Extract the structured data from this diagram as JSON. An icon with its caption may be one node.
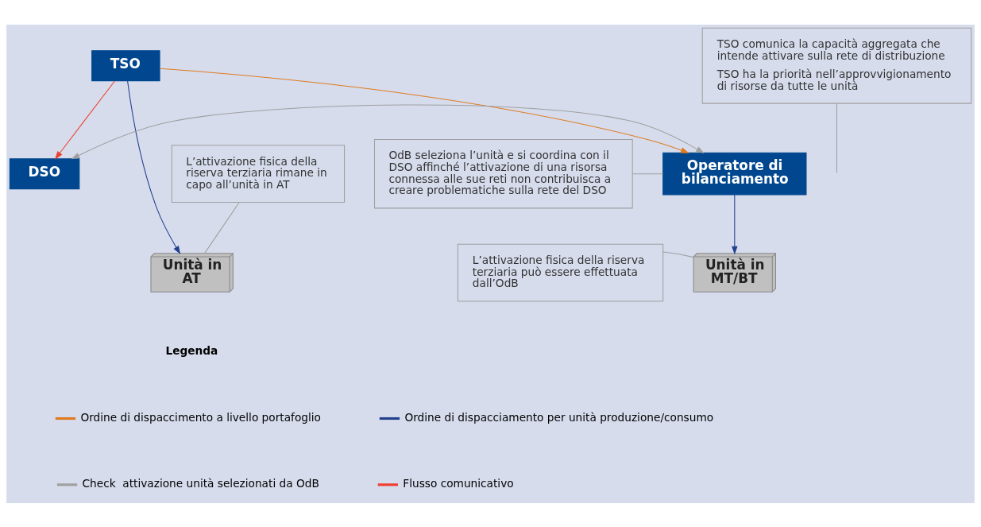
{
  "diagram": {
    "nodes": [
      {
        "text": [
          "TSO"
        ]
      },
      {
        "text": [
          "TSO comunica la capacità aggregata che intende attivare sulla rete di distribuzione",
          "TSO ha la priorità nell’approvvigionamento di risorse da tutte le unità"
        ]
      },
      {
        "text": [
          "Operatore di bilanciamento"
        ]
      },
      {
        "text": [
          "DSO"
        ]
      },
      {
        "text": [
          "OdB seleziona l’unità e si coordina con il DSO affinché l’attivazione di una risorsa connessa alle sue reti non contribuisca a creare problematiche sulla rete del DSO"
        ]
      },
      {
        "text": [
          "L’attivazione fisica della riserva terziaria rimane in capo all’unità in AT"
        ]
      },
      {
        "text": [
          "Unità in AT"
        ]
      },
      {
        "text": [
          "Unità in MT/BT"
        ]
      },
      {
        "text": [
          "L’attivazione fisica della riserva terziaria può essere effettuata dall’OdB"
        ]
      }
    ],
    "edges": [
      {
        "from": 0,
        "to": 6,
        "arrow": "to",
        "color": "#23408e"
      },
      {
        "from": 0,
        "to": 2,
        "arrow": "to",
        "color": "#e07b20"
      },
      {
        "from": 0,
        "to": 3,
        "arrow": "to",
        "color": "#ee4030"
      },
      {
        "from": 2,
        "to": 3,
        "arrow": "both"
      },
      {
        "from": 2,
        "to": 7,
        "arrow": "to",
        "color": "#23408e"
      },
      {
        "from": 1,
        "to": null,
        "arrow": "none"
      },
      {
        "from": 4,
        "to": 2,
        "arrow": "none"
      },
      {
        "from": 5,
        "to": 6,
        "arrow": "none"
      },
      {
        "from": 8,
        "to": 7,
        "arrow": "none"
      }
    ],
    "labels": [
      "Legenda"
    ],
    "legend": [
      {
        "text": "Ordine di dispaccimento a livello portafoglio",
        "color": "#e07b20"
      },
      {
        "text": "Ordine di dispacciamento per unità produzione/consumo",
        "color": "#23408e"
      },
      {
        "text": "Check  attivazione unità selezionati da OdB",
        "color": "#a0a0a0"
      },
      {
        "text": "Flusso comunicativo",
        "color": "#ee4030"
      }
    ]
  }
}
